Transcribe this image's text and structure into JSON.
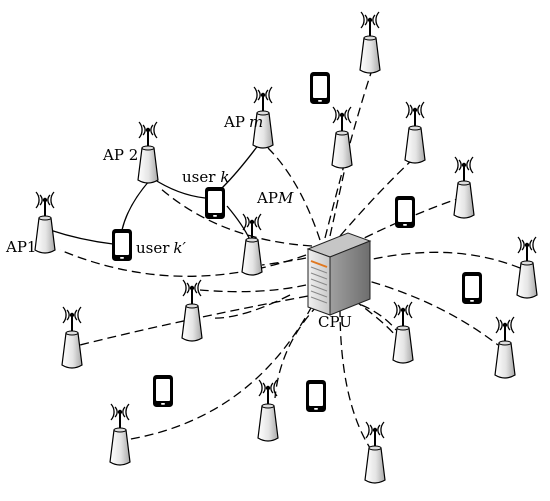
{
  "labels": {
    "ap1": "AP1",
    "ap2": "AP 2",
    "apm_prefix": "AP",
    "apm_var": "m",
    "apM_prefix": "AP",
    "apM_var": "M",
    "userk_prefix": "user",
    "userk_var": "k",
    "userk2_prefix": "user",
    "userk2_var": "k′",
    "cpu": "CPU"
  },
  "colors": {
    "stroke": "#000000",
    "ap_fill_light": "#ffffff",
    "ap_fill_dark": "#b8b8b8",
    "server_front": "#d9d9d9",
    "server_side": "#9a9a9a",
    "server_top": "#c4c4c4",
    "server_accent": "#e07820"
  },
  "icons": {
    "access_point": "antenna-tower-icon",
    "user_device": "smartphone-icon",
    "cpu": "server-icon"
  }
}
